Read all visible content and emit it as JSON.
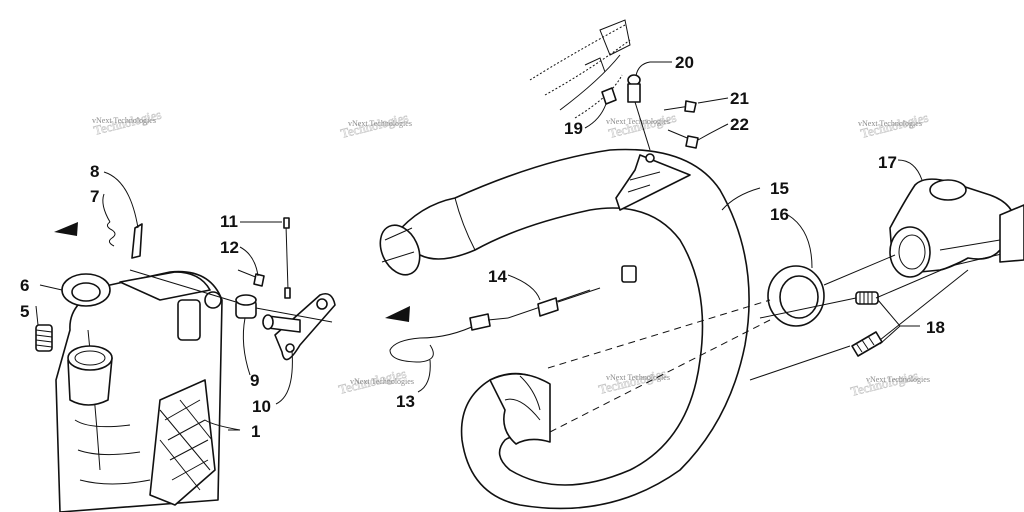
{
  "watermark": {
    "line1": "vNext Technologies",
    "line2": "Technologies"
  },
  "callouts": {
    "n1": "1",
    "n5": "5",
    "n6": "6",
    "n7": "7",
    "n8": "8",
    "n9": "9",
    "n10": "10",
    "n11": "11",
    "n12": "12",
    "n13": "13",
    "n14": "14",
    "n15": "15",
    "n16": "16",
    "n17": "17",
    "n18": "18",
    "n19": "19",
    "n20": "20",
    "n21": "21",
    "n22": "22"
  }
}
